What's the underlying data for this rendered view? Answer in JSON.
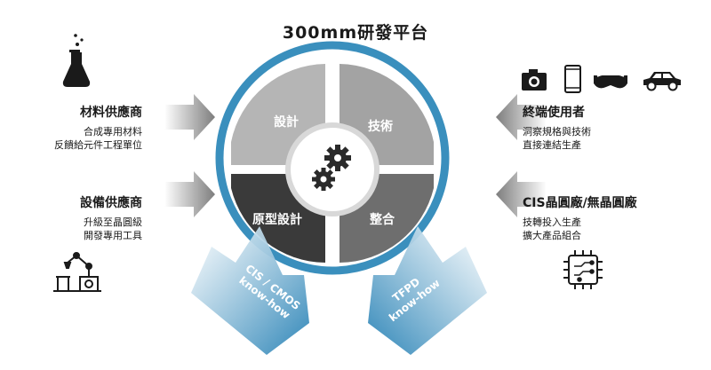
{
  "title": "300mm研發平台",
  "cycle": {
    "design": "設計",
    "technology": "技術",
    "prototype_design": "原型設計",
    "integration": "整合"
  },
  "inputs": {
    "cis_cmos": [
      "CIS / CMOS",
      "know-how"
    ],
    "tfpd": [
      "TFPD",
      "know-how"
    ]
  },
  "left_top": {
    "heading": "材料供應商",
    "lines": [
      "合成專用材料",
      "反饋給元件工程單位"
    ],
    "icon": "flask-icon"
  },
  "left_bottom": {
    "heading": "設備供應商",
    "lines": [
      "升級至晶圓級",
      "開發專用工具"
    ],
    "icon": "robot-arm-icon"
  },
  "right_top": {
    "heading": "終端使用者",
    "lines": [
      "洞察規格與技術",
      "直接連結生產"
    ],
    "icons": [
      "camera-icon",
      "phone-icon",
      "vr-headset-icon",
      "car-icon"
    ]
  },
  "right_bottom": {
    "heading": "CIS晶圓廠/無晶圓廠",
    "lines": [
      "技轉投入生產",
      "擴大產品組合"
    ],
    "icon": "chip-icon"
  },
  "colors": {
    "ring": "#3a8fbd",
    "light_gray": "#b5b5b5",
    "mid_gray": "#a0a0a0",
    "dark": "#3a3a3a",
    "dark_mid": "#6e6e6e",
    "arrow_gray": "#8a8a8a"
  }
}
